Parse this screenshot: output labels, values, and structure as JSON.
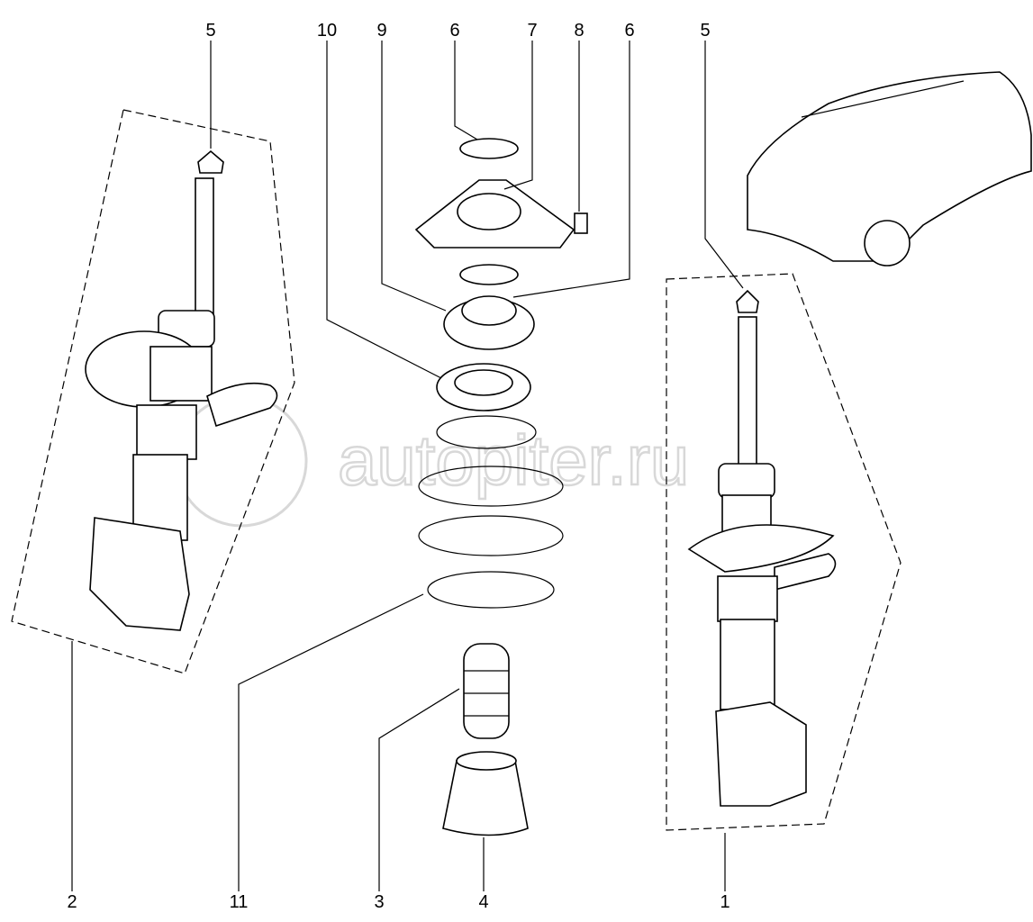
{
  "diagram": {
    "callouts_top": [
      "5",
      "10",
      "9",
      "6",
      "7",
      "8",
      "6",
      "5"
    ],
    "callouts_bottom": [
      "2",
      "11",
      "3",
      "4",
      "1"
    ],
    "watermark": "autopiter.ru"
  }
}
